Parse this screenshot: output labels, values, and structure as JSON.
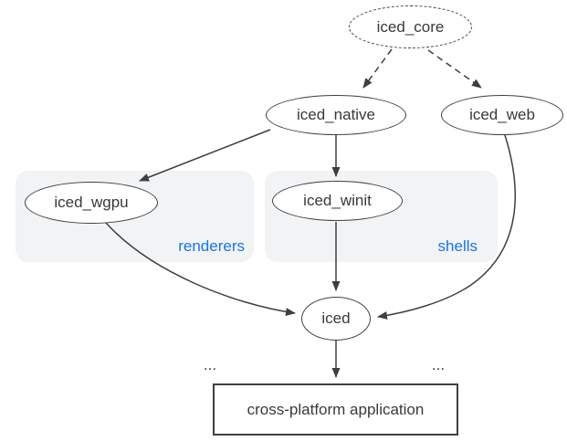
{
  "diagram": {
    "description": "Dependency diagram of the iced GUI library ecosystem",
    "colors": {
      "background": "#ffffff",
      "node_fill": "#ffffff",
      "node_stroke": "#3c4043",
      "group_fill": "#f1f3f5",
      "group_label_blue": "#1a73e8",
      "text": "#37393b"
    },
    "nodes": {
      "iced_core": {
        "label": "iced_core",
        "shape": "ellipse",
        "border": "dashed"
      },
      "iced_native": {
        "label": "iced_native",
        "shape": "ellipse",
        "border": "solid"
      },
      "iced_web": {
        "label": "iced_web",
        "shape": "ellipse",
        "border": "solid"
      },
      "iced_wgpu": {
        "label": "iced_wgpu",
        "shape": "ellipse",
        "border": "solid"
      },
      "iced_winit": {
        "label": "iced_winit",
        "shape": "ellipse",
        "border": "solid"
      },
      "iced": {
        "label": "iced",
        "shape": "ellipse",
        "border": "solid"
      },
      "app": {
        "label": "cross-platform application",
        "shape": "rect",
        "border": "solid"
      }
    },
    "groups": {
      "renderers": {
        "label": "renderers",
        "ellipsis": "...",
        "contains": [
          "iced_wgpu"
        ]
      },
      "shells": {
        "label": "shells",
        "ellipsis": "...",
        "contains": [
          "iced_winit"
        ]
      }
    },
    "edges": [
      {
        "from": "iced_core",
        "to": "iced_native",
        "style": "dashed"
      },
      {
        "from": "iced_core",
        "to": "iced_web",
        "style": "dashed"
      },
      {
        "from": "iced_native",
        "to": "iced_wgpu",
        "style": "solid"
      },
      {
        "from": "iced_native",
        "to": "iced_winit",
        "style": "solid"
      },
      {
        "from": "iced_winit",
        "to": "iced",
        "style": "solid"
      },
      {
        "from": "iced_wgpu",
        "to": "iced",
        "style": "solid"
      },
      {
        "from": "iced_web",
        "to": "iced",
        "style": "solid"
      },
      {
        "from": "iced",
        "to": "app",
        "style": "solid"
      }
    ]
  }
}
